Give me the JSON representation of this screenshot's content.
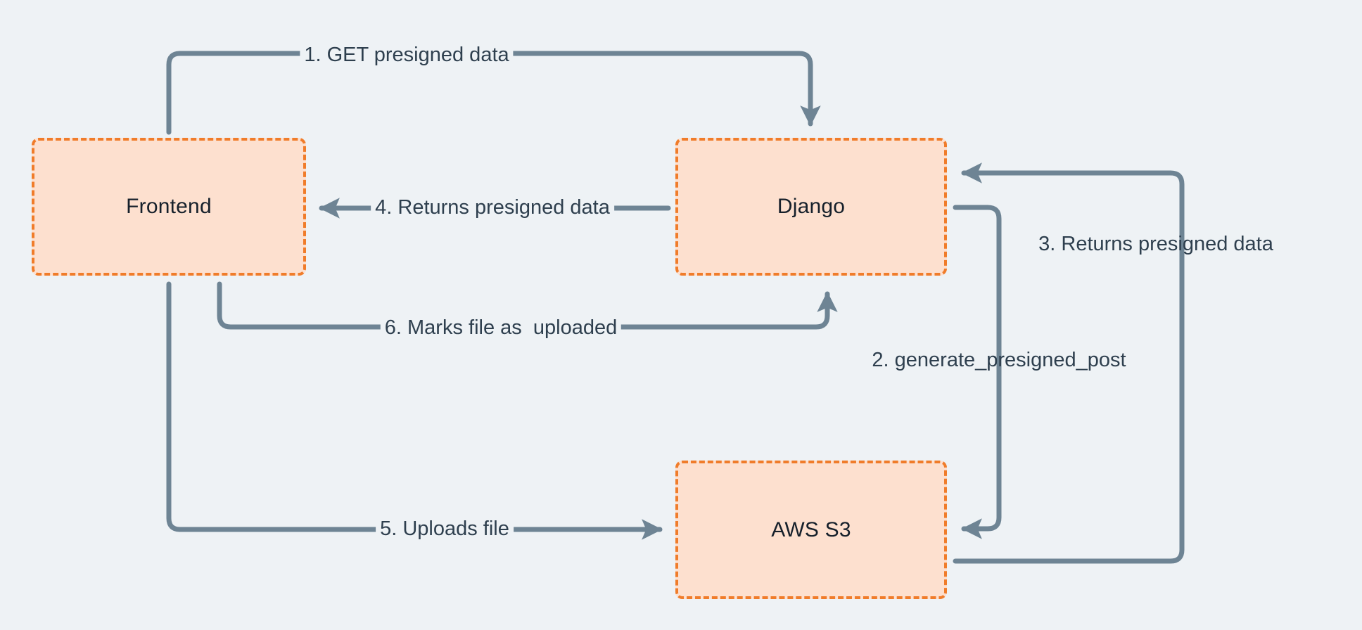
{
  "diagram": {
    "title": "Presigned S3 upload flow",
    "background_color": "#eef2f5",
    "node_fill_color": "#fde0cf",
    "node_border_color": "#f07c2a",
    "edge_color": "#6e8494",
    "text_color": "#2e3f4e"
  },
  "nodes": [
    {
      "id": "frontend",
      "label": "Frontend"
    },
    {
      "id": "django",
      "label": "Django"
    },
    {
      "id": "s3",
      "label": "AWS S3"
    }
  ],
  "edges": [
    {
      "id": "e1",
      "label": "1. GET presigned data",
      "from": "frontend",
      "to": "django"
    },
    {
      "id": "e2",
      "label": "2. generate_presigned_post",
      "from": "django",
      "to": "s3"
    },
    {
      "id": "e3",
      "label": "3. Returns presigned data",
      "from": "s3",
      "to": "django"
    },
    {
      "id": "e4",
      "label": "4. Returns presigned data",
      "from": "django",
      "to": "frontend"
    },
    {
      "id": "e5",
      "label": "5. Uploads file",
      "from": "frontend",
      "to": "s3"
    },
    {
      "id": "e6",
      "label": "6. Marks file as  uploaded",
      "from": "frontend",
      "to": "django"
    }
  ]
}
